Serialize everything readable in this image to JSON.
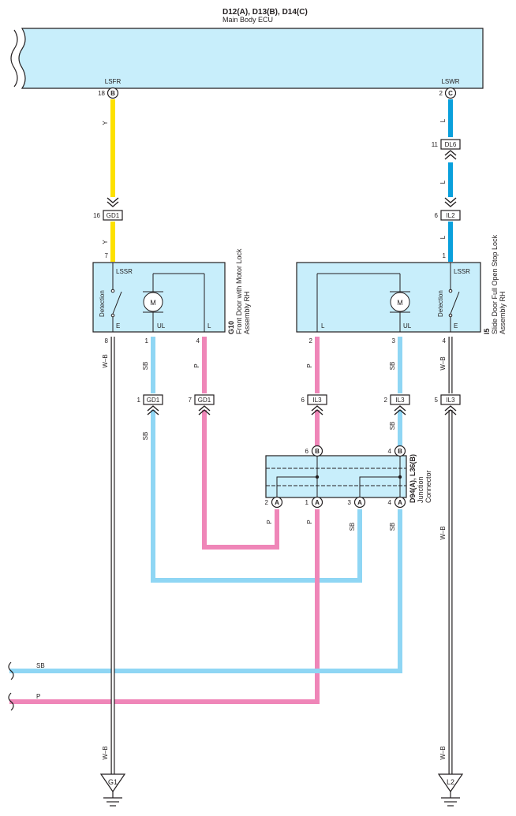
{
  "ecu": {
    "title": "D12(A), D13(B), D14(C)",
    "subtitle": "Main Body ECU",
    "terminal_left": "LSFR",
    "terminal_right": "LSWR",
    "pin_left": "18",
    "pin_left_conn": "B",
    "pin_right": "2",
    "pin_right_conn": "C"
  },
  "left_unit": {
    "code": "G10",
    "name_line1": "Front Door with Motor Lock",
    "name_line2": "Assembly RH",
    "switch_terminal": "LSSR",
    "switch_label": "Detection",
    "motor_label": "M",
    "term_e": "E",
    "term_ul": "UL",
    "term_l": "L",
    "pin_top": "7",
    "pin_e": "8",
    "pin_ul": "1",
    "pin_l": "4"
  },
  "right_unit": {
    "code": "I5",
    "name_line1": "Slide Door Full Open Stop Lock",
    "name_line2": "Assembly RH",
    "switch_terminal": "LSSR",
    "switch_label": "Detection",
    "motor_label": "M",
    "term_l": "L",
    "term_ul": "UL",
    "term_e": "E",
    "pin_top": "1",
    "pin_l": "2",
    "pin_ul": "3",
    "pin_e": "4"
  },
  "junction": {
    "code": "D94(A), L36(B)",
    "name_line1": "Junction",
    "name_line2": "Connector",
    "top_pin_left": "6",
    "top_pin_right": "4",
    "top_conn": "B",
    "bottom_pins": [
      "2",
      "1",
      "3",
      "4"
    ],
    "bottom_conn": "A"
  },
  "connectors": {
    "gd1_top": {
      "pin": "16",
      "name": "GD1"
    },
    "dl6": {
      "pin": "11",
      "name": "DL6"
    },
    "il2": {
      "pin": "6",
      "name": "IL2"
    },
    "gd1_ul": {
      "pin": "1",
      "name": "GD1"
    },
    "gd1_l": {
      "pin": "7",
      "name": "GD1"
    },
    "il3_l": {
      "pin": "6",
      "name": "IL3"
    },
    "il3_ul": {
      "pin": "2",
      "name": "IL3"
    },
    "il3_e": {
      "pin": "5",
      "name": "IL3"
    }
  },
  "wire_labels": {
    "y_upper": "Y",
    "y_lower": "Y",
    "l_1": "L",
    "l_2": "L",
    "l_3": "L",
    "wb_left_top": "W–B",
    "wb_left_bottom": "W–B",
    "wb_right_top": "W–B",
    "wb_right_mid": "W–B",
    "wb_right_bottom": "W–B",
    "sb_left_1": "SB",
    "sb_left_2": "SB",
    "p_left_1": "P",
    "p_mid_1": "P",
    "sb_right_1": "SB",
    "sb_right_2": "SB",
    "p_j2": "P",
    "p_j1": "P",
    "sb_j3": "SB",
    "sb_j4": "SB",
    "sb_bus": "SB",
    "p_bus": "P"
  },
  "grounds": {
    "left": "G1",
    "right": "L2"
  },
  "colors": {
    "yellow": "#fde100",
    "blue_l": "#0aa0dc",
    "light_blue_sb": "#8fd6f4",
    "pink_p": "#ef86b8",
    "box_fill": "#c8eefb",
    "line": "#231f20"
  }
}
